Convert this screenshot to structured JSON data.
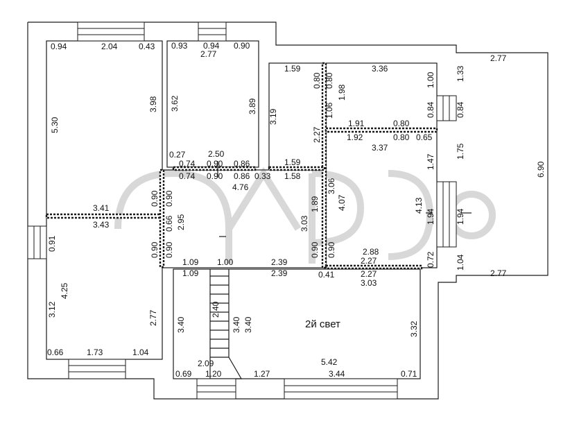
{
  "title": "2й свет",
  "dims": {
    "r1_top_a": "0.94",
    "r1_top_b": "2.04",
    "r1_top_c": "0.43",
    "r1_left": "5.30",
    "r1_right": "3.98",
    "r1_bottom": "3.41",
    "r2_top_a": "0.93",
    "r2_top_b": "0.94",
    "r2_top_c": "0.90",
    "r2_top_sum": "2.77",
    "r2_left": "3.62",
    "r2_right": "3.89",
    "r2_bot_a": "0.27",
    "r2_bot_b": "2.50",
    "r2_bot_c": "0.74",
    "r2_bot_d": "0.90",
    "r2_bot_e": "0.86",
    "r3_top": "1.59",
    "r3_left": "3.19",
    "r3_right": "2.27",
    "r3_bottom": "1.59",
    "r4_top": "3.36",
    "r4_left_a": "0.80",
    "r4_left_b": "1.06",
    "r4_inner_a": "0.80",
    "r4_inner_b": "1.98",
    "r4_right_a": "1.00",
    "r4_right_b": "0.84",
    "r4_bot_a": "1.91",
    "r4_bot_b": "0.80",
    "r5_top_a": "1.92",
    "r5_top_b": "3.37",
    "r5_top_c": "0.80",
    "r5_top_d": "0.65",
    "r5_right_a": "1.47",
    "r5_right_b": "4.13",
    "r5_right_c": "1.94",
    "r5_right_d": "0.72",
    "r5_left_a": "3.06",
    "r5_left_b": "4.07",
    "r5_left_c": "0.90",
    "r5_bot_a": "2.88",
    "r5_bot_b": "2.27",
    "hall_top_a": "0.74",
    "hall_top_b": "0.90",
    "hall_top_c": "0.86",
    "hall_top_d": "0.33",
    "hall_top_e": "1.58",
    "hall_top_sum": "4.76",
    "hall_left_a": "0.90",
    "hall_left_b": "0.90",
    "hall_left_c": "0.66",
    "hall_left_d": "0.90",
    "hall_left_e": "0.90",
    "hall_h": "2.95",
    "hall_right_a": "1.89",
    "hall_right_b": "3.03",
    "hall_right_c": "0.90",
    "hall_bot_a": "1.09",
    "hall_bot_b": "1.00",
    "hall_bot_c": "2.39",
    "r6_top": "3.43",
    "r6_left_a": "0.91",
    "r6_left_b": "3.12",
    "r6_inner": "4.25",
    "r6_right": "2.77",
    "r6_bot_a": "0.66",
    "r6_bot_b": "1.73",
    "r6_bot_c": "1.04",
    "l_top_a": "1.09",
    "l_top_b": "2.39",
    "l_top_c": "0.41",
    "l_top_d": "2.27",
    "l_top_e": "3.03",
    "l_left": "3.40",
    "stair_a": "2.40",
    "stair_b": "3.40",
    "stair_c": "3.40",
    "l_right": "3.32",
    "l_span": "5.42",
    "l_bot_a": "0.69",
    "l_bot_b": "1.20",
    "l_bot_c": "2.09",
    "l_bot_d": "1.27",
    "l_bot_e": "3.44",
    "l_bot_f": "0.71",
    "ter_top": "2.77",
    "ter_right": "6.90",
    "ter_left_a": "1.33",
    "ter_left_b": "0.84",
    "ter_left_c": "1.75",
    "ter_left_d": "1.94",
    "ter_left_e": "1.04",
    "ter_bottom": "2.77"
  }
}
